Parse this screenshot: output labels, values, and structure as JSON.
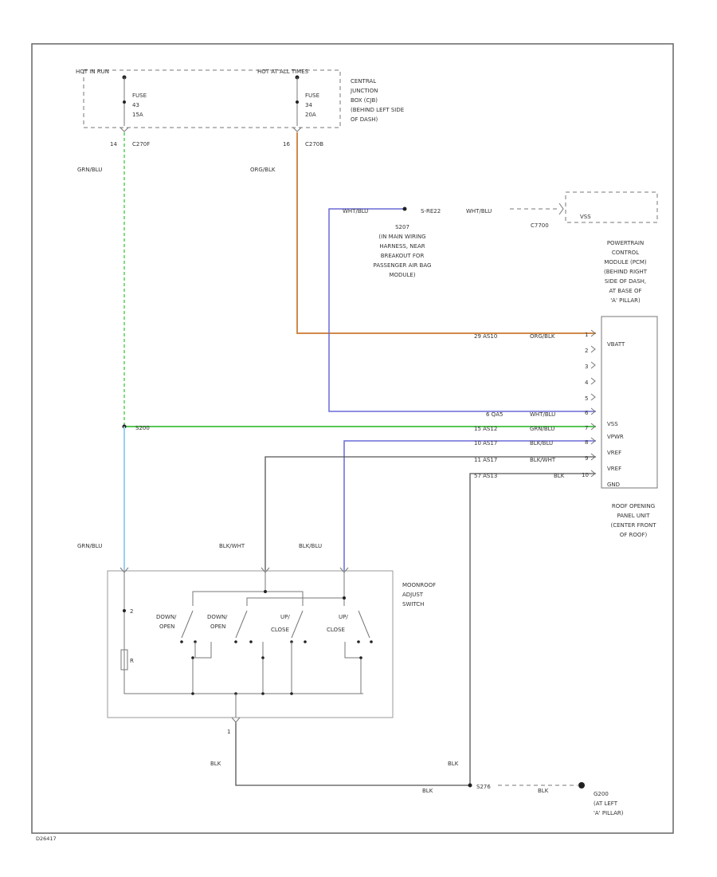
{
  "colors": {
    "wire_green_dashed": "#7fdc7f",
    "wire_green": "#55c855",
    "wire_orange": "#d08a4a",
    "wire_blue": "#6a6ad8",
    "wire_lightblue": "#9ad0f0",
    "wire_black": "#555555"
  },
  "power": {
    "hot_left": "HOT IN RUN",
    "hot_right": "HOT AT ALL TIMES",
    "fuse_left": {
      "label": "FUSE",
      "num": "43",
      "amps": "15A"
    },
    "fuse_right": {
      "label": "FUSE",
      "num": "34",
      "amps": "20A"
    },
    "cjb": [
      "CENTRAL",
      "JUNCTION",
      "BOX (CJB)",
      "(BEHIND LEFT SIDE",
      "OF DASH)"
    ],
    "pin_left": "14",
    "conn_left": "C270F",
    "pin_right": "16",
    "conn_right": "C270B"
  },
  "wires": {
    "gn_blu_top": "GRN/BLU",
    "org_blk": "ORG/BLK",
    "wht_blu_top": "WHT/BLU",
    "splice_top": "S-RE22",
    "wht_blu_right": "WHT/BLU",
    "conn_c": "C7700",
    "comp_c": "VSS",
    "s_note": [
      "S207",
      "(IN MAIN WIRING",
      "HARNESS, NEAR",
      "BREAKOUT FOR",
      "PASSENGER AIR BAG",
      "MODULE)"
    ],
    "s200": "S200",
    "gn_blu_bottom": "GRN/BLU",
    "blk_wht": "BLK/WHT",
    "blk_blu": "BLK/BLU",
    "blk_bottom": "BLK",
    "blk_right": "BLK",
    "blk_bottom_right": "BLK",
    "splice_g": "S276",
    "ground_wire": "BLK",
    "ground": [
      "G200",
      "(AT LEFT",
      "'A' PILLAR)"
    ]
  },
  "pcm": {
    "title": [
      "POWERTRAIN",
      "CONTROL",
      "MODULE (PCM)",
      "(BEHIND RIGHT",
      "SIDE OF DASH,",
      "AT BASE OF",
      "'A' PILLAR)"
    ],
    "pin_labels": [
      "VBATT",
      "2",
      "3",
      "4",
      "5",
      "VSS",
      "VPWR",
      "VREF",
      "VREF",
      "GND"
    ],
    "rows": [
      {
        "circuit": "29 AS10",
        "color": "ORG/BLK"
      },
      {
        "circuit": "6 QA5",
        "color": "WHT/BLU"
      },
      {
        "circuit": "15 AS12",
        "color": "GRN/BLU"
      },
      {
        "circuit": "10 AS17",
        "color": "BLK/BLU"
      },
      {
        "circuit": "11 AS17",
        "color": "BLK/WHT"
      },
      {
        "circuit": "57 AS13",
        "color": "BLK"
      }
    ],
    "pin_nums": [
      "1",
      "2",
      "3",
      "4",
      "5",
      "6",
      "7",
      "8",
      "9",
      "10"
    ],
    "roof": [
      "ROOF OPENING",
      "PANEL UNIT",
      "(CENTER FRONT",
      "OF ROOF)"
    ]
  },
  "switch": {
    "title": [
      "MOONROOF",
      "ADJUST",
      "SWITCH"
    ],
    "contacts": [
      {
        "l1": "DOWN/",
        "l2": "OPEN"
      },
      {
        "l1": "DOWN/",
        "l2": "OPEN"
      },
      {
        "l1": "UP/",
        "l2": "CLOSE"
      },
      {
        "l1": "UP/",
        "l2": "CLOSE"
      }
    ],
    "pin_left": "2",
    "pin_bottom": "1",
    "resistor_mark": "R"
  },
  "footer_code": "D26417"
}
